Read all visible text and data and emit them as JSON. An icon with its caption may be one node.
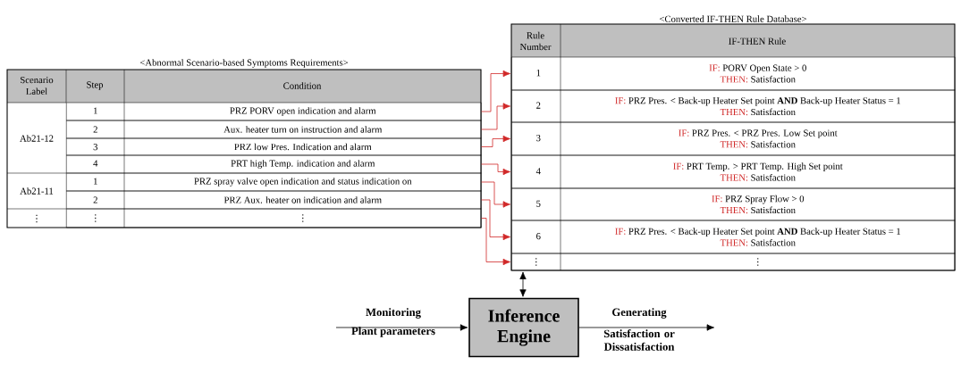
{
  "diagram": {
    "nodes": [
      {
        "text": [
          "<Abnormal Scenario-based Symptoms Requirements>"
        ]
      },
      {
        "text": [
          "1",
          "PRZ PORV open indication and alarm"
        ],
        "in": 0
      },
      {
        "text": [
          "2",
          "Aux. heater turn on instruction and alarm"
        ],
        "in": 0
      },
      {
        "text": [
          "3",
          "PRZ low Pres. Indication and alarm"
        ],
        "in": 0
      },
      {
        "text": [
          "4",
          "PRT high Temp. indication and alarm"
        ],
        "in": 0
      },
      {
        "text": [
          "1",
          "PRZ spray valve open indication and status indication on"
        ],
        "in": 0
      },
      {
        "text": [
          "2",
          "PRZ Aux. heater on indication and alarm"
        ],
        "in": 0
      },
      {
        "text": [
          "⋮",
          "⋮"
        ],
        "in": 0
      },
      {
        "text": [
          "<Converted IF-THEN Rule Database>"
        ]
      },
      {
        "text": [
          "1",
          "IF:",
          "PORV Open State > 0",
          "THEN:",
          "Satisfaction"
        ],
        "in": 8
      },
      {
        "text": [
          "2",
          "IF:",
          "PRZ Pres. < Back-up Heater Set point **AND** Back-up Heater Status = 1",
          "THEN:",
          "Satisfaction"
        ],
        "in": 8
      },
      {
        "text": [
          "3",
          "IF:",
          "PRZ Pres. < PRZ Pres. Low Set point",
          "THEN:",
          "Satisfaction"
        ],
        "in": 8
      },
      {
        "text": [
          "4",
          "IF:",
          "PRT Temp. > PRT Temp. High Set point",
          "THEN:",
          "Satisfaction"
        ],
        "in": 8
      },
      {
        "text": [
          "5",
          "IF:",
          "PRZ Spray Flow > 0",
          "THEN:",
          "Satisfaction"
        ],
        "in": 8
      },
      {
        "text": [
          "6",
          "IF:",
          "PRZ Pres. < Back-up Heater Set point **AND** Back-up Heater Status = 1",
          "THEN:",
          "Satisfaction"
        ],
        "in": 8
      },
      {
        "text": [
          "⋮",
          "⋮"
        ],
        "in": 8
      },
      {
        "text": [
          "Inference Engine"
        ]
      }
    ],
    "edges": [
      {
        "from": 1,
        "to": 9,
        "arrow": "to"
      },
      {
        "from": 2,
        "to": 10,
        "arrow": "to"
      },
      {
        "from": 3,
        "to": 11,
        "arrow": "to"
      },
      {
        "from": 4,
        "to": 12,
        "arrow": "to"
      },
      {
        "from": 5,
        "to": 13,
        "arrow": "to"
      },
      {
        "from": 6,
        "to": 14,
        "arrow": "to"
      },
      {
        "from": 7,
        "to": 15,
        "arrow": "to"
      },
      {
        "from": 8,
        "to": 16,
        "arrow": "both",
        "color": "#000000"
      },
      {
        "from": null,
        "to": 16,
        "arrow": "to",
        "color": "#000000"
      },
      {
        "from": 16,
        "to": null,
        "arrow": "to",
        "color": "#000000"
      }
    ],
    "labels": [
      "Scenario Label",
      "Step",
      "Condition",
      "Ab21-12",
      "Ab21-11",
      "⋮",
      "Rule Number",
      "IF-THEN Rule",
      "Monitoring",
      "Plant parameters",
      "Generating",
      "Satisfaction or Dissatisfaction"
    ]
  }
}
